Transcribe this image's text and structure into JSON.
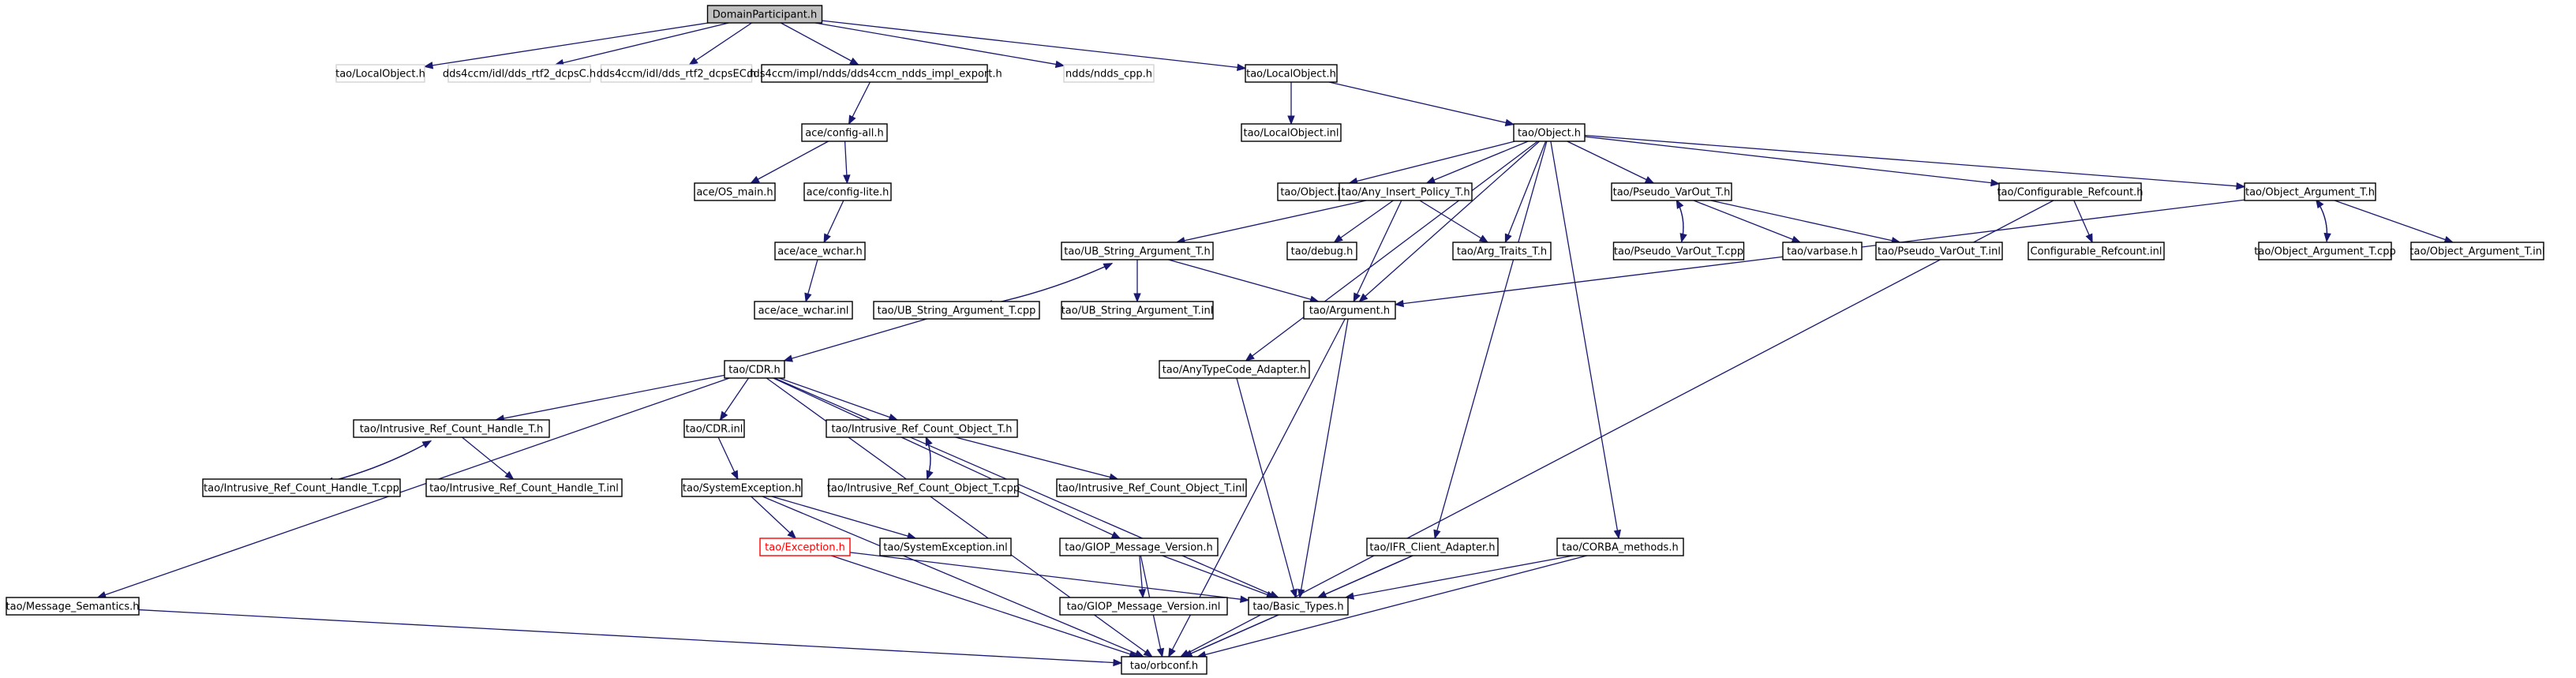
{
  "graph": {
    "nodes": [
      {
        "id": "dp",
        "label": "DomainParticipant.h",
        "style": "root"
      },
      {
        "id": "tlo1",
        "label": "tao/LocalObject.h",
        "style": "ghost"
      },
      {
        "id": "dcpsc",
        "label": "dds4ccm/idl/dds_rtf2_dcpsC.h",
        "style": "ghost"
      },
      {
        "id": "dcpsec",
        "label": "dds4ccm/idl/dds_rtf2_dcpsEC.h",
        "style": "ghost"
      },
      {
        "id": "implexp",
        "label": "dds4ccm/impl/ndds/dds4ccm_ndds_impl_export.h",
        "style": "normal"
      },
      {
        "id": "nddscpp",
        "label": "ndds/ndds_cpp.h",
        "style": "ghost"
      },
      {
        "id": "tlo2",
        "label": "tao/LocalObject.h",
        "style": "normal"
      },
      {
        "id": "cfgall",
        "label": "ace/config-all.h",
        "style": "normal"
      },
      {
        "id": "loinl",
        "label": "tao/LocalObject.inl",
        "style": "normal"
      },
      {
        "id": "osmain",
        "label": "ace/OS_main.h",
        "style": "normal"
      },
      {
        "id": "cfglite",
        "label": "ace/config-lite.h",
        "style": "normal"
      },
      {
        "id": "objh",
        "label": "tao/Object.h",
        "style": "normal"
      },
      {
        "id": "wcharh",
        "label": "ace/ace_wchar.h",
        "style": "normal"
      },
      {
        "id": "wcharinl",
        "label": "ace/ace_wchar.inl",
        "style": "normal"
      },
      {
        "id": "objinl",
        "label": "tao/Object.inl",
        "style": "normal"
      },
      {
        "id": "anyins",
        "label": "tao/Any_Insert_Policy_T.h",
        "style": "normal"
      },
      {
        "id": "psvh",
        "label": "tao/Pseudo_VarOut_T.h",
        "style": "normal"
      },
      {
        "id": "cfgrc",
        "label": "tao/Configurable_Refcount.h",
        "style": "normal"
      },
      {
        "id": "objargh",
        "label": "tao/Object_Argument_T.h",
        "style": "normal"
      },
      {
        "id": "ubsh",
        "label": "tao/UB_String_Argument_T.h",
        "style": "normal"
      },
      {
        "id": "debug",
        "label": "tao/debug.h",
        "style": "normal"
      },
      {
        "id": "argtr",
        "label": "tao/Arg_Traits_T.h",
        "style": "normal"
      },
      {
        "id": "psvcpp",
        "label": "tao/Pseudo_VarOut_T.cpp",
        "style": "normal"
      },
      {
        "id": "varbase",
        "label": "tao/varbase.h",
        "style": "normal"
      },
      {
        "id": "psvinl",
        "label": "tao/Pseudo_VarOut_T.inl",
        "style": "normal"
      },
      {
        "id": "cfgrcinl",
        "label": "Configurable_Refcount.inl",
        "style": "normal"
      },
      {
        "id": "objargcpp",
        "label": "tao/Object_Argument_T.cpp",
        "style": "normal"
      },
      {
        "id": "objarginl",
        "label": "tao/Object_Argument_T.inl",
        "style": "normal"
      },
      {
        "id": "ubscpp",
        "label": "tao/UB_String_Argument_T.cpp",
        "style": "normal"
      },
      {
        "id": "ubsinl",
        "label": "tao/UB_String_Argument_T.inl",
        "style": "normal"
      },
      {
        "id": "argh",
        "label": "tao/Argument.h",
        "style": "normal"
      },
      {
        "id": "cdrh",
        "label": "tao/CDR.h",
        "style": "normal"
      },
      {
        "id": "anytc",
        "label": "tao/AnyTypeCode_Adapter.h",
        "style": "normal"
      },
      {
        "id": "irchh",
        "label": "tao/Intrusive_Ref_Count_Handle_T.h",
        "style": "normal"
      },
      {
        "id": "cdrinl",
        "label": "tao/CDR.inl",
        "style": "normal"
      },
      {
        "id": "ircoh",
        "label": "tao/Intrusive_Ref_Count_Object_T.h",
        "style": "normal"
      },
      {
        "id": "irchcpp",
        "label": "tao/Intrusive_Ref_Count_Handle_T.cpp",
        "style": "normal"
      },
      {
        "id": "irchinl",
        "label": "tao/Intrusive_Ref_Count_Handle_T.inl",
        "style": "normal"
      },
      {
        "id": "sysexh",
        "label": "tao/SystemException.h",
        "style": "normal"
      },
      {
        "id": "ircocpp",
        "label": "tao/Intrusive_Ref_Count_Object_T.cpp",
        "style": "normal"
      },
      {
        "id": "ircoinl",
        "label": "tao/Intrusive_Ref_Count_Object_T.inl",
        "style": "normal"
      },
      {
        "id": "exch",
        "label": "tao/Exception.h",
        "style": "red"
      },
      {
        "id": "sysexinl",
        "label": "tao/SystemException.inl",
        "style": "normal"
      },
      {
        "id": "giopvh",
        "label": "tao/GIOP_Message_Version.h",
        "style": "normal"
      },
      {
        "id": "ifrch",
        "label": "tao/IFR_Client_Adapter.h",
        "style": "normal"
      },
      {
        "id": "corbam",
        "label": "tao/CORBA_methods.h",
        "style": "normal"
      },
      {
        "id": "msgsem",
        "label": "tao/Message_Semantics.h",
        "style": "normal"
      },
      {
        "id": "giopvinl",
        "label": "tao/GIOP_Message_Version.inl",
        "style": "normal"
      },
      {
        "id": "basict",
        "label": "tao/Basic_Types.h",
        "style": "normal"
      },
      {
        "id": "orbconf",
        "label": "tao/orbconf.h",
        "style": "normal"
      }
    ],
    "edges": [
      {
        "from": "dp",
        "to": "tlo1"
      },
      {
        "from": "dp",
        "to": "dcpsc"
      },
      {
        "from": "dp",
        "to": "dcpsec"
      },
      {
        "from": "dp",
        "to": "implexp"
      },
      {
        "from": "dp",
        "to": "nddscpp"
      },
      {
        "from": "dp",
        "to": "tlo2"
      },
      {
        "from": "implexp",
        "to": "cfgall"
      },
      {
        "from": "tlo2",
        "to": "loinl"
      },
      {
        "from": "tlo2",
        "to": "objh"
      },
      {
        "from": "cfgall",
        "to": "osmain"
      },
      {
        "from": "cfgall",
        "to": "cfglite"
      },
      {
        "from": "cfglite",
        "to": "wcharh"
      },
      {
        "from": "wcharh",
        "to": "wcharinl"
      },
      {
        "from": "objh",
        "to": "objinl"
      },
      {
        "from": "objh",
        "to": "anyins"
      },
      {
        "from": "objh",
        "to": "argtr"
      },
      {
        "from": "objh",
        "to": "psvh"
      },
      {
        "from": "objh",
        "to": "cfgrc"
      },
      {
        "from": "objh",
        "to": "objargh"
      },
      {
        "from": "objh",
        "to": "argh"
      },
      {
        "from": "objh",
        "to": "anytc"
      },
      {
        "from": "objh",
        "to": "ifrch"
      },
      {
        "from": "objh",
        "to": "corbam"
      },
      {
        "from": "anyins",
        "to": "ubsh"
      },
      {
        "from": "anyins",
        "to": "debug"
      },
      {
        "from": "anyins",
        "to": "argtr"
      },
      {
        "from": "anyins",
        "to": "argh"
      },
      {
        "from": "psvh",
        "to": "psvcpp"
      },
      {
        "from": "psvcpp",
        "to": "psvh"
      },
      {
        "from": "psvh",
        "to": "varbase"
      },
      {
        "from": "psvh",
        "to": "psvinl"
      },
      {
        "from": "cfgrc",
        "to": "cfgrcinl"
      },
      {
        "from": "cfgrc",
        "to": "orbconf"
      },
      {
        "from": "objargh",
        "to": "objargcpp"
      },
      {
        "from": "objargcpp",
        "to": "objargh"
      },
      {
        "from": "objargh",
        "to": "objarginl"
      },
      {
        "from": "objargh",
        "to": "argh"
      },
      {
        "from": "ubsh",
        "to": "ubscpp"
      },
      {
        "from": "ubscpp",
        "to": "ubsh"
      },
      {
        "from": "ubsh",
        "to": "ubsinl"
      },
      {
        "from": "ubsh",
        "to": "argh"
      },
      {
        "from": "ubscpp",
        "to": "cdrh"
      },
      {
        "from": "argh",
        "to": "basict"
      },
      {
        "from": "argh",
        "to": "orbconf"
      },
      {
        "from": "anytc",
        "to": "basict"
      },
      {
        "from": "cdrh",
        "to": "irchh"
      },
      {
        "from": "cdrh",
        "to": "cdrinl"
      },
      {
        "from": "cdrh",
        "to": "ircoh"
      },
      {
        "from": "cdrh",
        "to": "giopvh"
      },
      {
        "from": "cdrh",
        "to": "basict"
      },
      {
        "from": "cdrh",
        "to": "orbconf"
      },
      {
        "from": "cdrh",
        "to": "msgsem"
      },
      {
        "from": "irchh",
        "to": "irchcpp"
      },
      {
        "from": "irchcpp",
        "to": "irchh"
      },
      {
        "from": "irchh",
        "to": "irchinl"
      },
      {
        "from": "cdrinl",
        "to": "sysexh"
      },
      {
        "from": "ircoh",
        "to": "ircocpp"
      },
      {
        "from": "ircocpp",
        "to": "ircoh"
      },
      {
        "from": "ircoh",
        "to": "ircoinl"
      },
      {
        "from": "sysexh",
        "to": "exch"
      },
      {
        "from": "sysexh",
        "to": "sysexinl"
      },
      {
        "from": "sysexh",
        "to": "orbconf"
      },
      {
        "from": "exch",
        "to": "basict"
      },
      {
        "from": "exch",
        "to": "orbconf"
      },
      {
        "from": "giopvh",
        "to": "giopvinl"
      },
      {
        "from": "giopvh",
        "to": "basict"
      },
      {
        "from": "giopvh",
        "to": "orbconf"
      },
      {
        "from": "ifrch",
        "to": "basict"
      },
      {
        "from": "ifrch",
        "to": "orbconf"
      },
      {
        "from": "corbam",
        "to": "basict"
      },
      {
        "from": "corbam",
        "to": "orbconf"
      },
      {
        "from": "msgsem",
        "to": "orbconf"
      },
      {
        "from": "basict",
        "to": "orbconf"
      }
    ],
    "colors": {
      "edge": "#191970",
      "node_border": "#000000",
      "ghost_border": "#d3d3d3",
      "root_fill": "#bfbfbf",
      "highlight": "#ff0000"
    }
  }
}
